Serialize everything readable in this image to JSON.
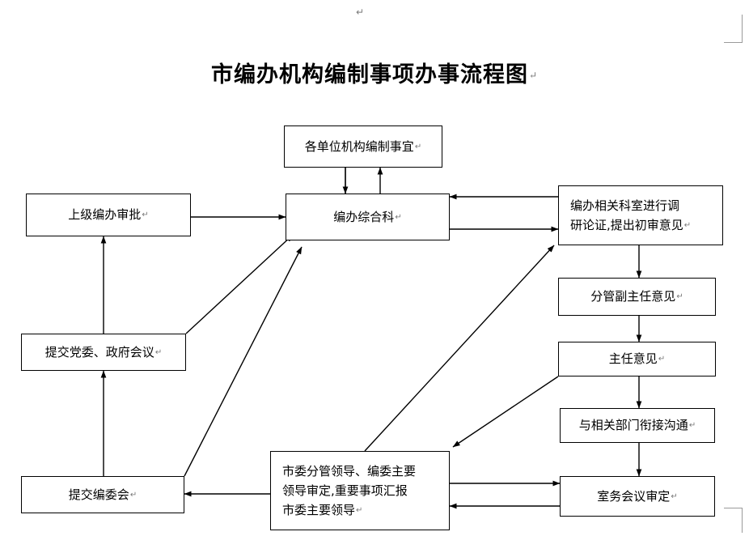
{
  "document": {
    "title": "市编办机构编制事项办事流程图",
    "pilcrow": "↵",
    "top_mark": "↵",
    "page_bg": "#ffffff",
    "line_color": "#000000",
    "mark_color": "#9a9a9a"
  },
  "nodes": {
    "units_affairs": {
      "label": "各单位机构编制事宜",
      "pilcrow": "↵"
    },
    "superior_approval": {
      "label": "上级编办审批",
      "pilcrow": "↵"
    },
    "general_section": {
      "label": "编办综合科",
      "pilcrow": "↵"
    },
    "research_section": {
      "line1": "编办相关科室进行调",
      "line2": "研论证,提出初审意见",
      "pilcrow": "↵"
    },
    "deputy_director": {
      "label": "分管副主任意见",
      "pilcrow": "↵"
    },
    "director": {
      "label": "主任意见",
      "pilcrow": "↵"
    },
    "dept_coordination": {
      "label": "与相关部门衔接沟通",
      "pilcrow": "↵"
    },
    "office_meeting": {
      "label": "室务会议审定",
      "pilcrow": "↵"
    },
    "party_gov_meeting": {
      "label": "提交党委、政府会议",
      "pilcrow": "↵"
    },
    "committee_meeting": {
      "label": "提交编委会",
      "pilcrow": "↵"
    },
    "municipal_leaders": {
      "line1": "市委分管领导、编委主要",
      "line2": "领导审定,重要事项汇报",
      "line3": "市委主要领导",
      "pilcrow": "↵"
    }
  },
  "edges": [
    {
      "id": "general-to-units",
      "from": "general_section",
      "to": "units_affairs",
      "style": "vertical-up"
    },
    {
      "id": "units-to-general",
      "from": "units_affairs",
      "to": "general_section",
      "style": "vertical-down"
    },
    {
      "id": "superior-to-general",
      "from": "superior_approval",
      "to": "general_section",
      "style": "horizontal-right"
    },
    {
      "id": "research-to-general",
      "from": "research_section",
      "to": "general_section",
      "style": "horizontal-left"
    },
    {
      "id": "general-to-research",
      "from": "general_section",
      "to": "research_section",
      "style": "horizontal-right"
    },
    {
      "id": "research-to-deputy",
      "from": "research_section",
      "to": "deputy_director",
      "style": "vertical-down"
    },
    {
      "id": "deputy-to-director",
      "from": "deputy_director",
      "to": "director",
      "style": "vertical-down"
    },
    {
      "id": "director-to-coordination",
      "from": "director",
      "to": "dept_coordination",
      "style": "vertical-down"
    },
    {
      "id": "coordination-to-office",
      "from": "dept_coordination",
      "to": "office_meeting",
      "style": "vertical-down"
    },
    {
      "id": "municipal-to-office",
      "from": "municipal_leaders",
      "to": "office_meeting",
      "style": "horizontal-right"
    },
    {
      "id": "office-to-municipal",
      "from": "office_meeting",
      "to": "municipal_leaders",
      "style": "horizontal-left"
    },
    {
      "id": "municipal-to-committee",
      "from": "municipal_leaders",
      "to": "committee_meeting",
      "style": "horizontal-left"
    },
    {
      "id": "committee-to-party",
      "from": "committee_meeting",
      "to": "party_gov_meeting",
      "style": "vertical-up"
    },
    {
      "id": "party-to-superior",
      "from": "party_gov_meeting",
      "to": "superior_approval",
      "style": "vertical-up"
    },
    {
      "id": "party-to-general",
      "from": "party_gov_meeting",
      "to": "general_section",
      "style": "diagonal-up-right"
    },
    {
      "id": "committee-to-general",
      "from": "committee_meeting",
      "to": "general_section",
      "style": "diagonal-up-right"
    },
    {
      "id": "municipal-to-research",
      "from": "municipal_leaders",
      "to": "research_section",
      "style": "diagonal-up-right"
    },
    {
      "id": "director-to-municipal",
      "from": "director",
      "to": "municipal_leaders",
      "style": "diagonal-down-left"
    }
  ]
}
